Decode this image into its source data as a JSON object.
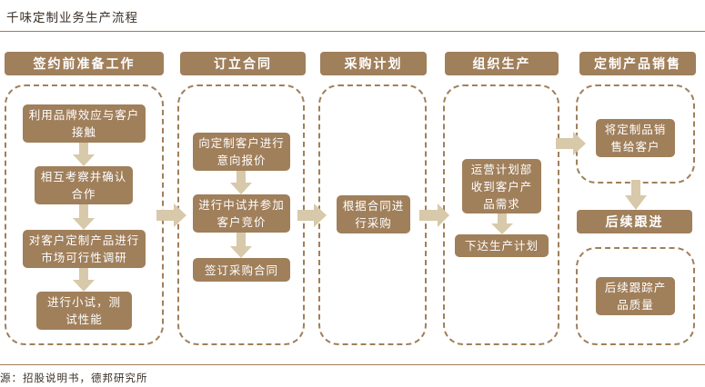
{
  "title": "千味定制业务生产流程",
  "colors": {
    "box": "#a07f5b",
    "arrow": "#d7c9a9",
    "rule": "#a07c5a"
  },
  "stages": [
    {
      "header": "签约前准备工作",
      "steps": [
        "利用品牌效应与客户接触",
        "相互考察并确认合作",
        "对客户定制产品进行市场可行性调研",
        "进行小试，测试性能"
      ]
    },
    {
      "header": "订立合同",
      "steps": [
        "向定制客户进行意向报价",
        "进行中试并参加客户竞价",
        "签订采购合同"
      ]
    },
    {
      "header": "采购计划",
      "steps": [
        "根据合同进行采购"
      ]
    },
    {
      "header": "组织生产",
      "steps": [
        "运营计划部收到客户产品需求",
        "下达生产计划"
      ]
    },
    {
      "header": "定制产品销售",
      "steps": [
        "将定制品销售给客户"
      ]
    },
    {
      "header": "后续跟进",
      "steps": [
        "后续跟踪产品质量"
      ]
    }
  ],
  "source": "源：招股说明书，德邦研究所"
}
